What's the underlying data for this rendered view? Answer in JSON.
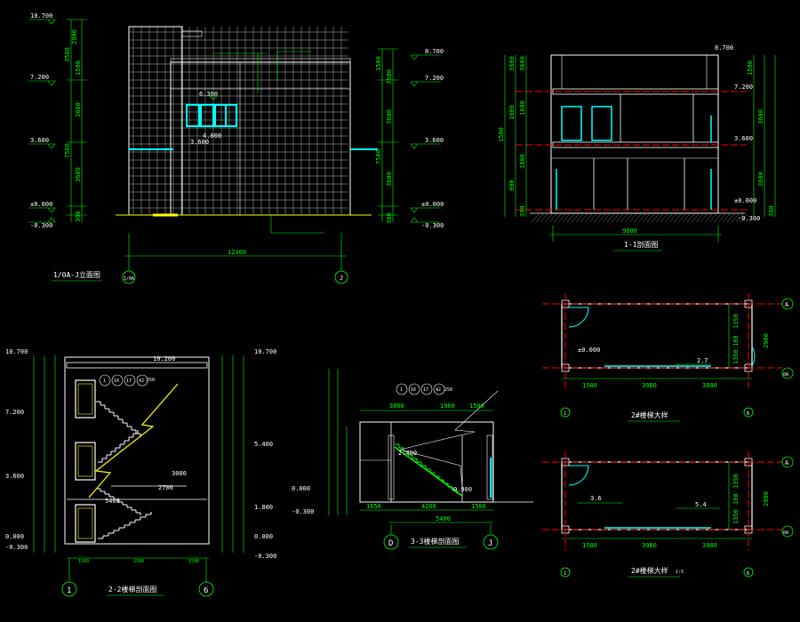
{
  "drawing": {
    "background": "#000000",
    "colors": {
      "line": "#ffffff",
      "dim": "#00ff00",
      "axis": "#ff0000",
      "window": "#00ffff",
      "hatch": "#ffff00",
      "stair": "#00ff00"
    }
  },
  "elev": {
    "left_levels": [
      "10.700",
      "7.200",
      "3.600",
      "±0.000",
      "-0.300"
    ],
    "right_levels": [
      "8.700",
      "7.200",
      "3.600",
      "±0.000",
      "-0.300"
    ],
    "left_dims": [
      "2000",
      "3500",
      "1500",
      "3600",
      "7500",
      "3600",
      "300"
    ],
    "right_dims": [
      "1500",
      "3500",
      "3600",
      "7500",
      "3600",
      "300"
    ],
    "window_level_top": "6.300",
    "window_level_bottom": "4.800",
    "mid_level": "3.600",
    "total_width": "12300",
    "axis_left": "1/0A",
    "axis_right": "J",
    "title": "1/0A-J立面图"
  },
  "sec11": {
    "top_level": "8.700",
    "levels_r": [
      "7.200",
      "3.600",
      "±0.000",
      "-0.300"
    ],
    "left_dims": [
      "1500",
      "3600",
      "1800",
      "900",
      "3600",
      "1800",
      "1800",
      "300"
    ],
    "right_dims": [
      "1500",
      "3600",
      "3600",
      "300"
    ],
    "width": "9600",
    "title": "1-1剖面图"
  },
  "sec22": {
    "levels_l": [
      "10.700",
      "7.200",
      "3.600",
      "0.000",
      "-0.300"
    ],
    "levels_r": [
      "10.700",
      "5.400",
      "1.800",
      "0.000",
      "-0.300"
    ],
    "top_level": "10.200",
    "dims": [
      "1500",
      "1500",
      "1500"
    ],
    "mid_dims": [
      "3000",
      "2700",
      "5400"
    ],
    "tags": [
      "1",
      "16",
      "17",
      "42",
      "250"
    ],
    "axis_left": "1",
    "axis_right": "6",
    "title": "2-2楼梯剖面图"
  },
  "sec33": {
    "dims_top": [
      "3800",
      "1960",
      "1500"
    ],
    "dims_bottom": [
      "1650",
      "4200",
      "1500"
    ],
    "total": "5400",
    "levels": [
      "0.000",
      "-0.300"
    ],
    "mid_levels": [
      "2.400",
      "0.900"
    ],
    "tags": [
      "1",
      "16",
      "17",
      "42",
      "250"
    ],
    "axis_left": "D",
    "axis_right": "J",
    "title": "3-3楼梯剖面图"
  },
  "plan1": {
    "level": "±0.000",
    "slope": "2.7",
    "dims": [
      "1500",
      "3080",
      "3080"
    ],
    "height_dims": [
      "1350",
      "180",
      "1350",
      "2900"
    ],
    "axis_top": "A",
    "axis_bottom": "0A",
    "axis_l": "1",
    "axis_r": "B",
    "title": "2#楼梯大样"
  },
  "plan2": {
    "slope_l": "3.6",
    "slope_r": "5.4",
    "dims": [
      "1500",
      "3080",
      "3080"
    ],
    "height_dims": [
      "1350",
      "180",
      "1350",
      "2900"
    ],
    "axis_top": "A",
    "axis_bottom": "0A",
    "axis_l": "1",
    "axis_r": "B",
    "title": "2#楼梯大样",
    "scale": "1:5"
  }
}
